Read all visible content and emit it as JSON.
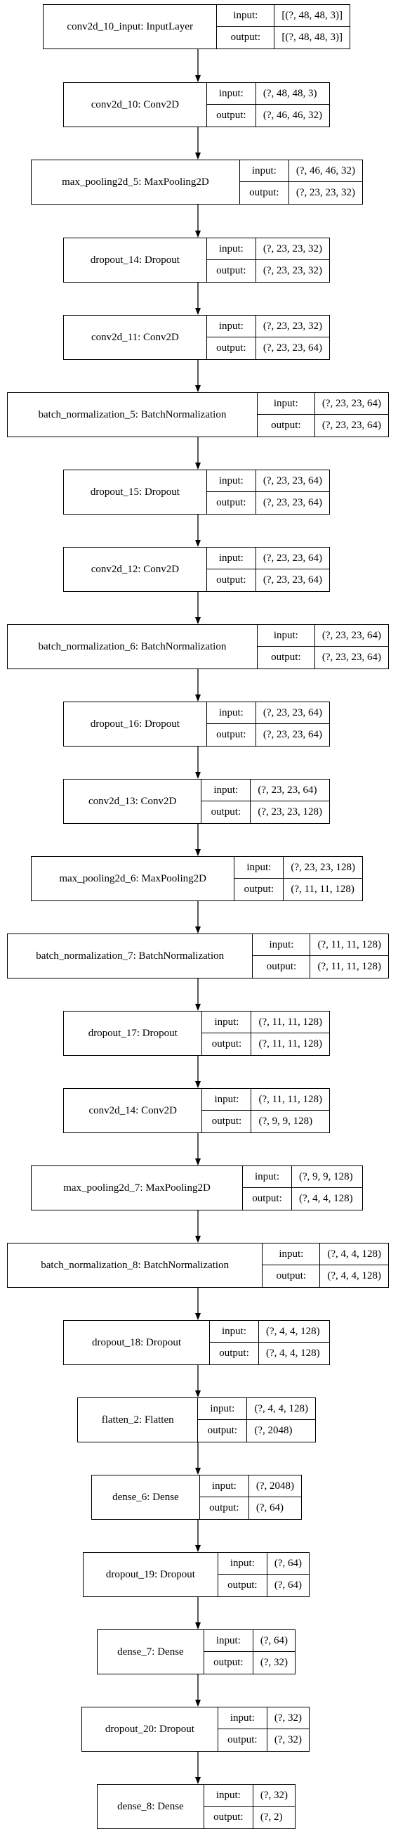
{
  "io_labels": {
    "input": "input:",
    "output": "output:"
  },
  "layers": [
    {
      "name": "conv2d_10_input: InputLayer",
      "input": "[(?, 48, 48, 3)]",
      "output": "[(?, 48, 48, 3)]"
    },
    {
      "name": "conv2d_10: Conv2D",
      "input": "(?, 48, 48, 3)",
      "output": "(?, 46, 46, 32)"
    },
    {
      "name": "max_pooling2d_5: MaxPooling2D",
      "input": "(?, 46, 46, 32)",
      "output": "(?, 23, 23, 32)"
    },
    {
      "name": "dropout_14: Dropout",
      "input": "(?, 23, 23, 32)",
      "output": "(?, 23, 23, 32)"
    },
    {
      "name": "conv2d_11: Conv2D",
      "input": "(?, 23, 23, 32)",
      "output": "(?, 23, 23, 64)"
    },
    {
      "name": "batch_normalization_5: BatchNormalization",
      "input": "(?, 23, 23, 64)",
      "output": "(?, 23, 23, 64)"
    },
    {
      "name": "dropout_15: Dropout",
      "input": "(?, 23, 23, 64)",
      "output": "(?, 23, 23, 64)"
    },
    {
      "name": "conv2d_12: Conv2D",
      "input": "(?, 23, 23, 64)",
      "output": "(?, 23, 23, 64)"
    },
    {
      "name": "batch_normalization_6: BatchNormalization",
      "input": "(?, 23, 23, 64)",
      "output": "(?, 23, 23, 64)"
    },
    {
      "name": "dropout_16: Dropout",
      "input": "(?, 23, 23, 64)",
      "output": "(?, 23, 23, 64)"
    },
    {
      "name": "conv2d_13: Conv2D",
      "input": "(?, 23, 23, 64)",
      "output": "(?, 23, 23, 128)"
    },
    {
      "name": "max_pooling2d_6: MaxPooling2D",
      "input": "(?, 23, 23, 128)",
      "output": "(?, 11, 11, 128)"
    },
    {
      "name": "batch_normalization_7: BatchNormalization",
      "input": "(?, 11, 11, 128)",
      "output": "(?, 11, 11, 128)"
    },
    {
      "name": "dropout_17: Dropout",
      "input": "(?, 11, 11, 128)",
      "output": "(?, 11, 11, 128)"
    },
    {
      "name": "conv2d_14: Conv2D",
      "input": "(?, 11, 11, 128)",
      "output": "(?, 9, 9, 128)"
    },
    {
      "name": "max_pooling2d_7: MaxPooling2D",
      "input": "(?, 9, 9, 128)",
      "output": "(?, 4, 4, 128)"
    },
    {
      "name": "batch_normalization_8: BatchNormalization",
      "input": "(?, 4, 4, 128)",
      "output": "(?, 4, 4, 128)"
    },
    {
      "name": "dropout_18: Dropout",
      "input": "(?, 4, 4, 128)",
      "output": "(?, 4, 4, 128)"
    },
    {
      "name": "flatten_2: Flatten",
      "input": "(?, 4, 4, 128)",
      "output": "(?, 2048)"
    },
    {
      "name": "dense_6: Dense",
      "input": "(?, 2048)",
      "output": "(?, 64)"
    },
    {
      "name": "dropout_19: Dropout",
      "input": "(?, 64)",
      "output": "(?, 64)"
    },
    {
      "name": "dense_7: Dense",
      "input": "(?, 64)",
      "output": "(?, 32)"
    },
    {
      "name": "dropout_20: Dropout",
      "input": "(?, 32)",
      "output": "(?, 32)"
    },
    {
      "name": "dense_8: Dense",
      "input": "(?, 32)",
      "output": "(?, 2)"
    }
  ]
}
